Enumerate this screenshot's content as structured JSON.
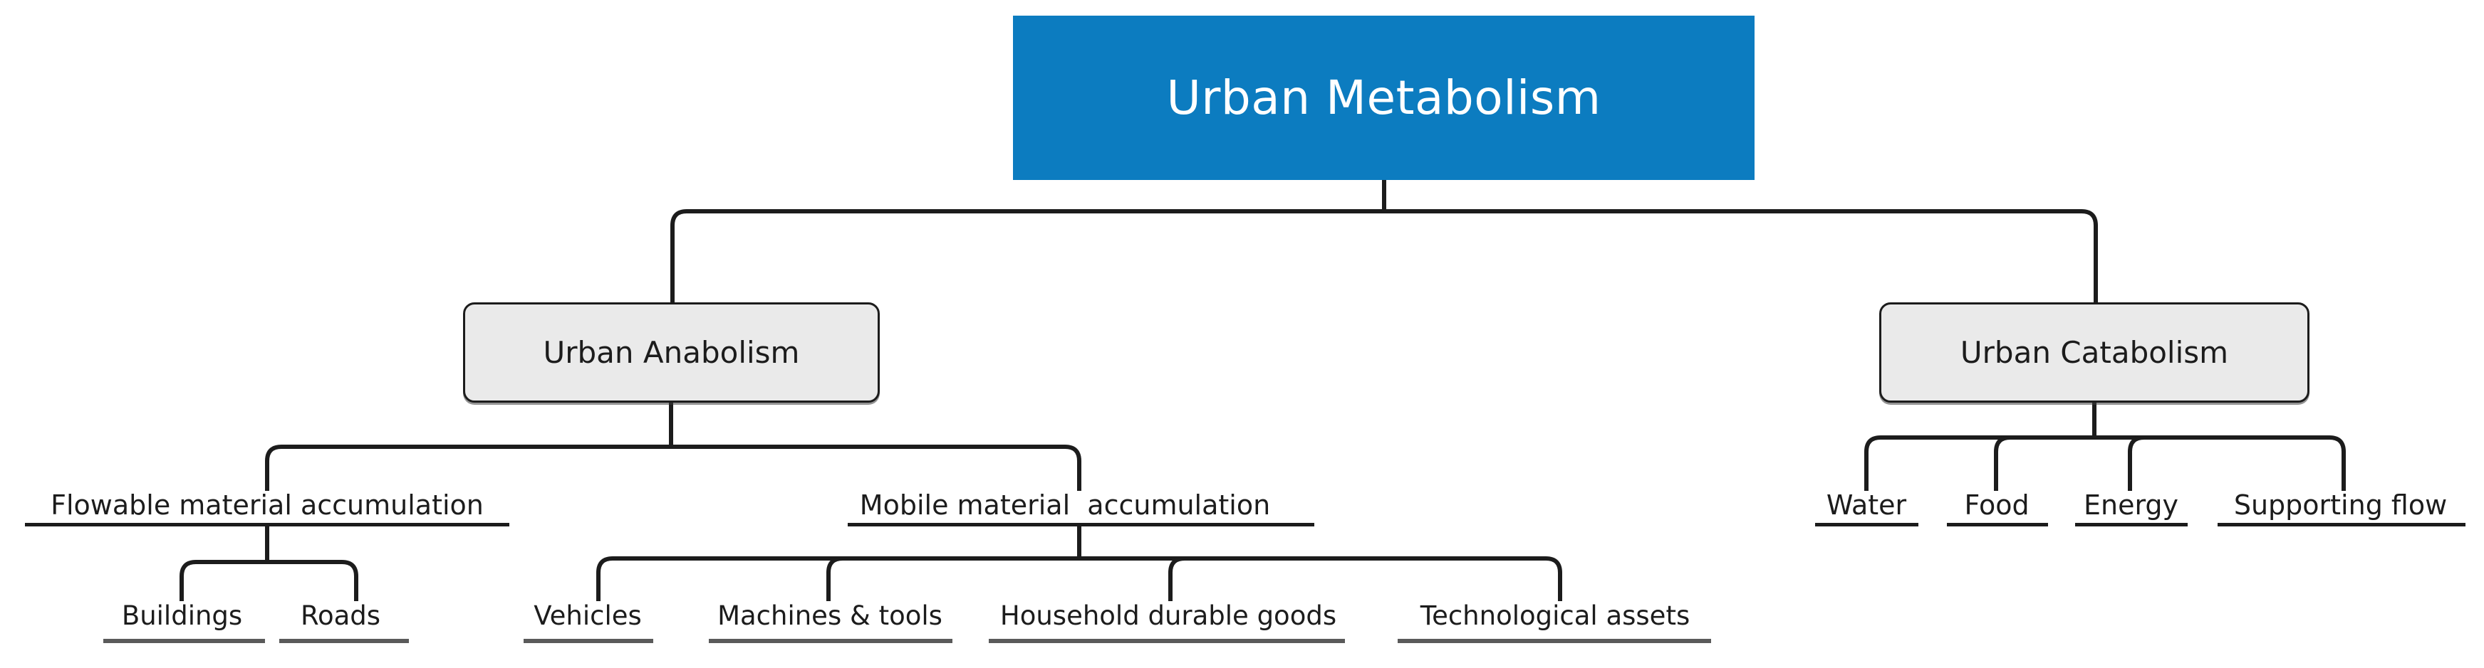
{
  "diagram": {
    "title": "Urban Metabolism",
    "type": "hierarchy-tree",
    "colors": {
      "root_fill": "#0c7cc0",
      "root_text": "#ffffff",
      "level2_fill": "#eaeaea",
      "level2_border": "#1c1c1c",
      "connector": "#1c1c1c",
      "rule_level3": "#1c1c1c",
      "rule_level4": "#5a5a5a",
      "background": "#ffffff"
    },
    "root": {
      "label": "Urban Metabolism"
    },
    "level2": [
      {
        "id": "urban-anabolism",
        "label": "Urban Anabolism"
      },
      {
        "id": "urban-catabolism",
        "label": "Urban Catabolism"
      }
    ],
    "level3": [
      {
        "id": "flowable-material-accumulation",
        "label": "Flowable material accumulation",
        "parent": "urban-anabolism"
      },
      {
        "id": "mobile-material-accumulation",
        "label": "Mobile material  accumulation",
        "parent": "urban-anabolism"
      },
      {
        "id": "water",
        "label": "Water",
        "parent": "urban-catabolism"
      },
      {
        "id": "food",
        "label": "Food",
        "parent": "urban-catabolism"
      },
      {
        "id": "energy",
        "label": "Energy",
        "parent": "urban-catabolism"
      },
      {
        "id": "supporting-flow",
        "label": "Supporting flow",
        "parent": "urban-catabolism"
      }
    ],
    "level4": [
      {
        "id": "buildings",
        "label": "Buildings",
        "parent": "flowable-material-accumulation"
      },
      {
        "id": "roads",
        "label": "Roads",
        "parent": "flowable-material-accumulation"
      },
      {
        "id": "vehicles",
        "label": "Vehicles",
        "parent": "mobile-material-accumulation"
      },
      {
        "id": "machines-and-tools",
        "label": "Machines & tools",
        "parent": "mobile-material-accumulation"
      },
      {
        "id": "household-durable-goods",
        "label": "Household durable goods",
        "parent": "mobile-material-accumulation"
      },
      {
        "id": "technological-assets",
        "label": "Technological assets",
        "parent": "mobile-material-accumulation"
      }
    ]
  }
}
